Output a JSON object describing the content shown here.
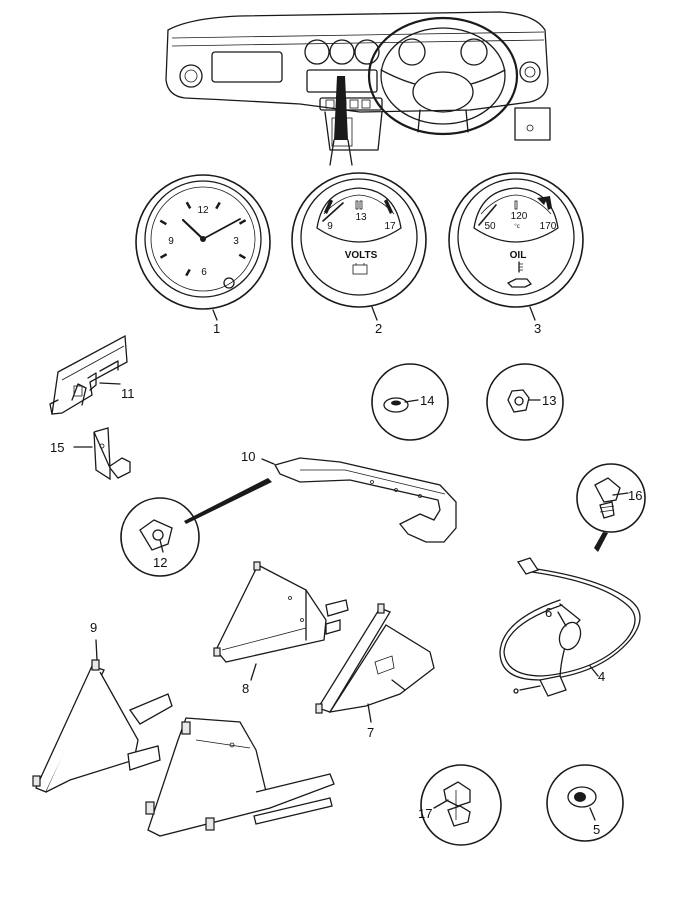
{
  "gauges": {
    "clock": {
      "n12": "12",
      "n3": "3",
      "n6": "6",
      "n9": "9"
    },
    "volts": {
      "min": "9",
      "mid": "13",
      "max": "17",
      "label": "VOLTS"
    },
    "oil": {
      "low": "50",
      "mid": "120",
      "unit": "°c",
      "high": "170",
      "label": "OIL"
    }
  },
  "callouts": {
    "c1": "1",
    "c2": "2",
    "c3": "3",
    "c4": "4",
    "c5": "5",
    "c6": "6",
    "c7": "7",
    "c8": "8",
    "c9": "9",
    "c10": "10",
    "c11": "11",
    "c12": "12",
    "c13": "13",
    "c14": "14",
    "c15": "15",
    "c16": "16",
    "c17": "17"
  }
}
